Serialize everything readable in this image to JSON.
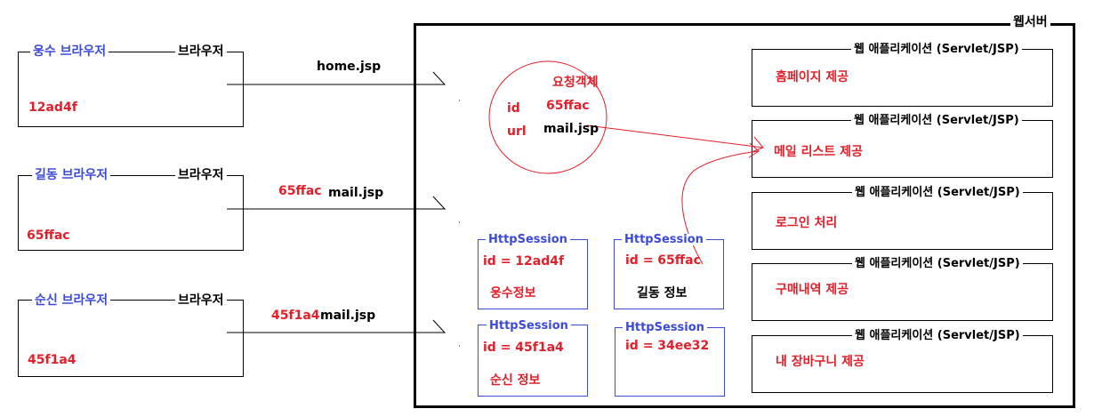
{
  "server": {
    "label": "웹서버"
  },
  "browsers": [
    {
      "title": "웅수 브라우저",
      "type_label": "브라우저",
      "session_id": "12ad4f",
      "request_page": "home.jsp",
      "request_id": ""
    },
    {
      "title": "길동 브라우저",
      "type_label": "브라우저",
      "session_id": "65ffac",
      "request_page": "mail.jsp",
      "request_id": "65ffac"
    },
    {
      "title": "순신 브라우저",
      "type_label": "브라우저",
      "session_id": "45f1a4",
      "request_page": "mail.jsp",
      "request_id": "45f1a4"
    }
  ],
  "request_object": {
    "title": "요청객체",
    "id_key": "id",
    "id_value": "65ffac",
    "url_key": "url",
    "url_value": "mail.jsp"
  },
  "sessions": [
    {
      "title": "HttpSession",
      "id_text": "id = 12ad4f",
      "info": "웅수정보"
    },
    {
      "title": "HttpSession",
      "id_text": "id = 65ffac",
      "info": "길동 정보"
    },
    {
      "title": "HttpSession",
      "id_text": "id = 45f1a4",
      "info": "순신 정보"
    },
    {
      "title": "HttpSession",
      "id_text": "id = 34ee32",
      "info": ""
    }
  ],
  "web_apps": [
    {
      "title": "웹 애플리케이션 (Servlet/JSP)",
      "service": "홈페이지 제공"
    },
    {
      "title": "웹 애플리케이션 (Servlet/JSP)",
      "service": "메일 리스트 제공"
    },
    {
      "title": "웹 애플리케이션 (Servlet/JSP)",
      "service": "로그인 처리"
    },
    {
      "title": "웹 애플리케이션 (Servlet/JSP)",
      "service": "구매내역 제공"
    },
    {
      "title": "웹 애플리케이션 (Servlet/JSP)",
      "service": "내 장바구니 제공"
    }
  ],
  "colors": {
    "red": "#e0202a",
    "blue": "#3b4bd8",
    "black": "#000000"
  }
}
